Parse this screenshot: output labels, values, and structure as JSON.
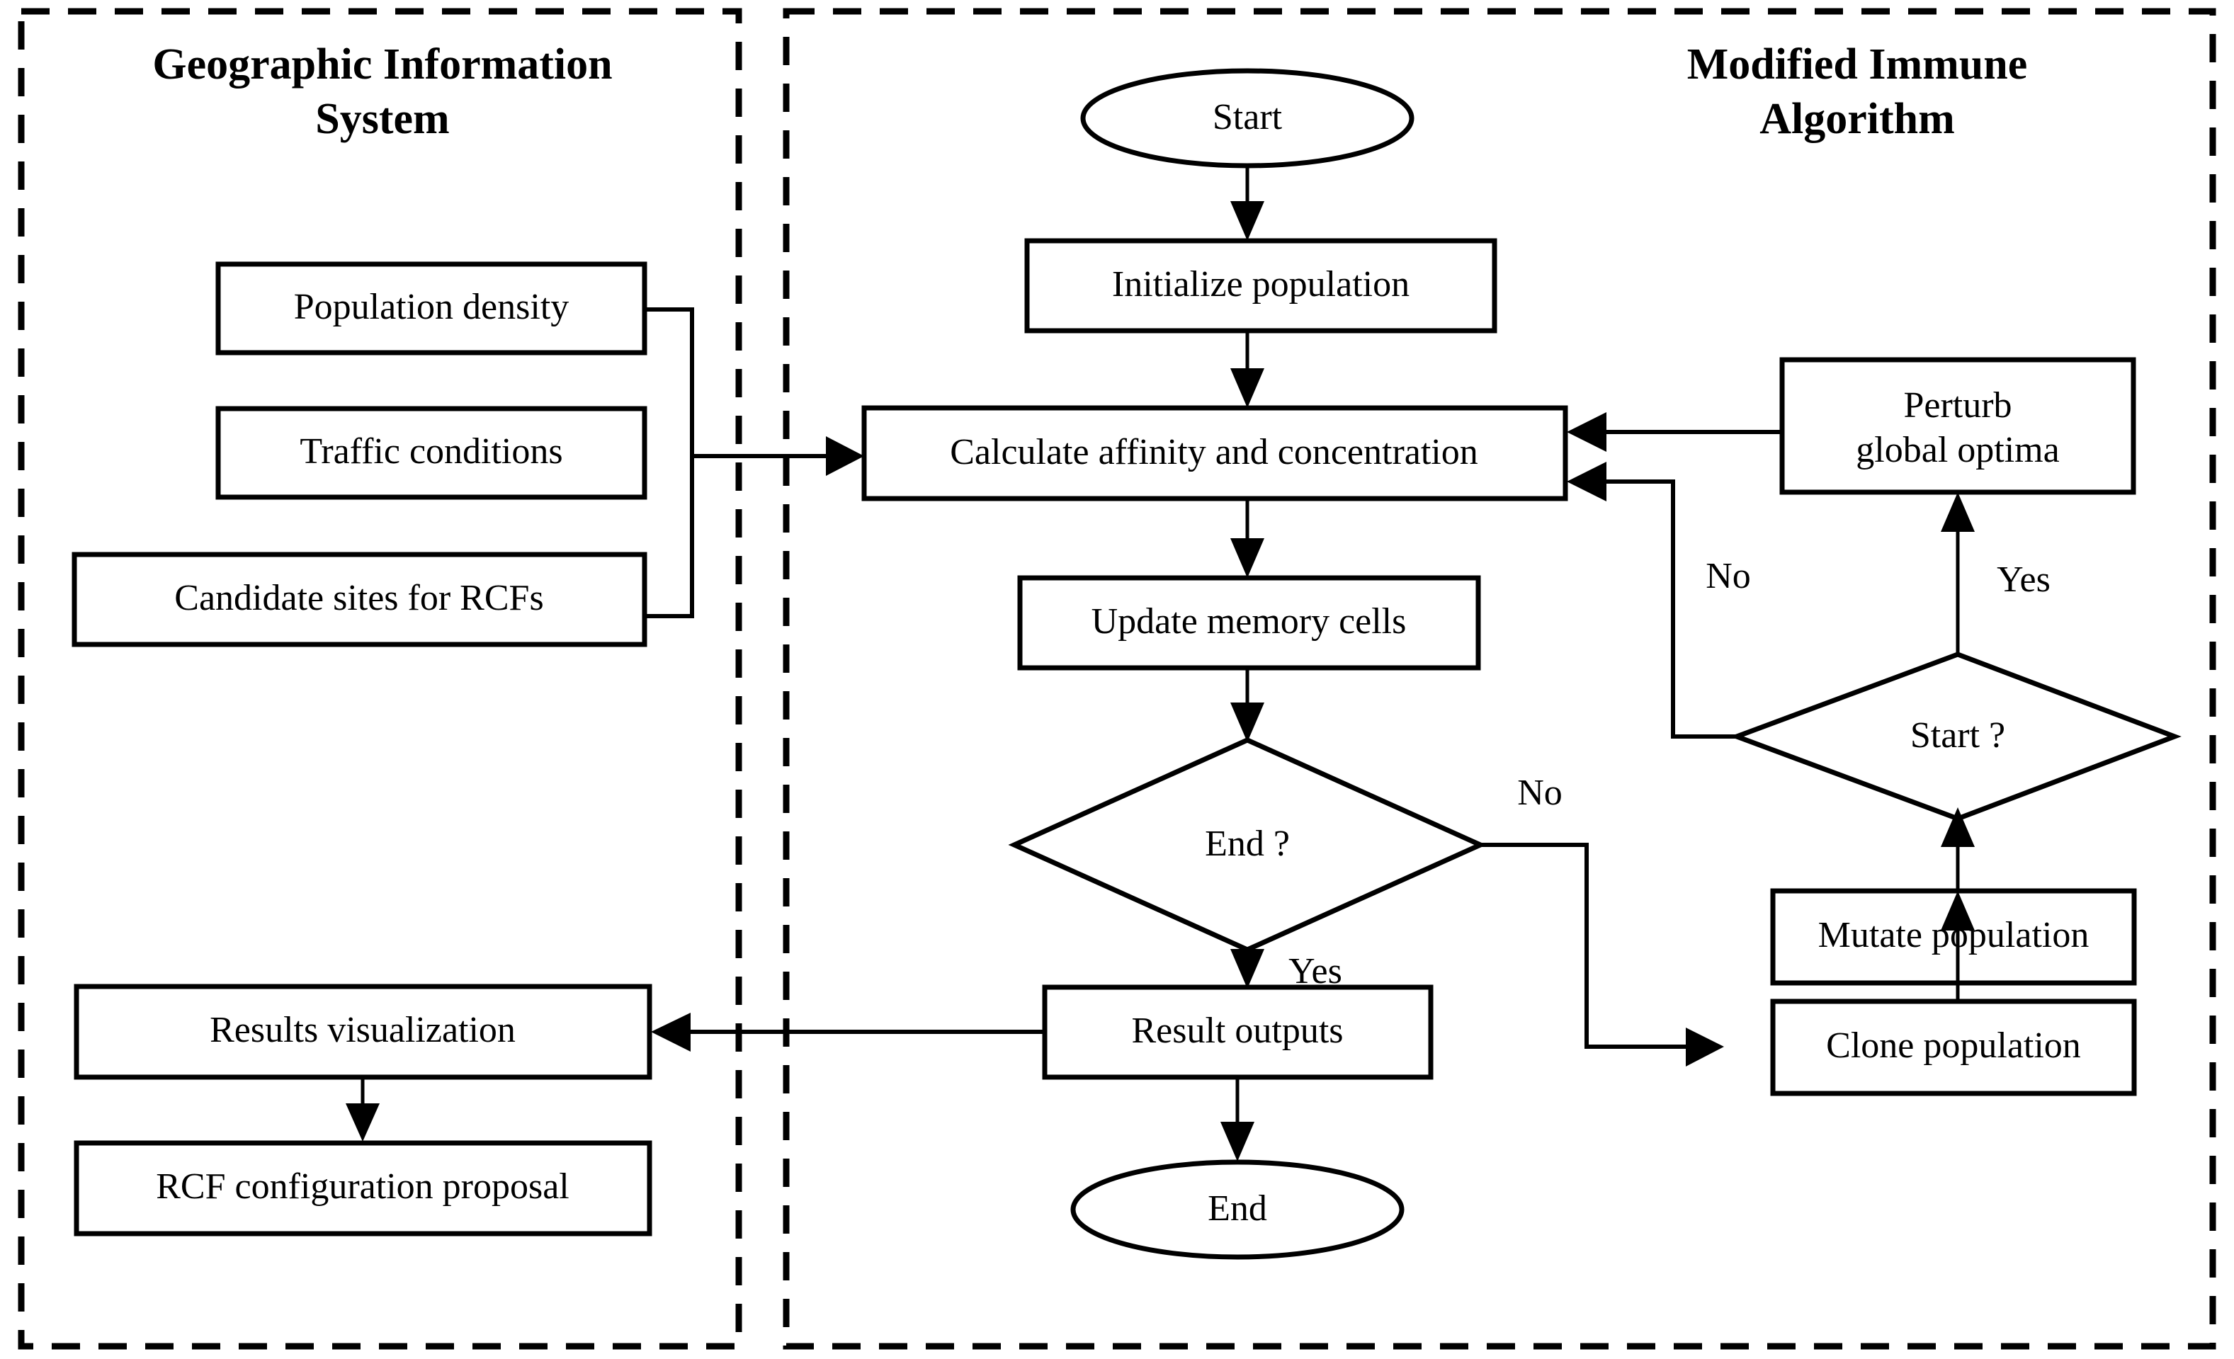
{
  "diagram": {
    "title_hidden": "",
    "panels": [
      {
        "id": "gis",
        "title_line1": "Geographic Information",
        "title_line2": "System"
      },
      {
        "id": "mia",
        "title_line1": "Modified Immune",
        "title_line2": "Algorithm"
      }
    ],
    "nodes": {
      "population_density": "Population density",
      "traffic_conditions": "Traffic conditions",
      "candidate_sites": "Candidate sites for RCFs",
      "results_visualization": "Results visualization",
      "rcf_proposal": "RCF configuration proposal",
      "start": "Start",
      "initialize_population": "Initialize population",
      "calculate_affinity": "Calculate affinity and concentration",
      "update_memory": "Update memory cells",
      "end_decision": "End ?",
      "result_outputs": "Result outputs",
      "end": "End",
      "perturb_line1": "Perturb",
      "perturb_line2": "global optima",
      "start_decision": "Start ?",
      "mutate_population": "Mutate population",
      "clone_population": "Clone population"
    },
    "edge_labels": {
      "end_no": "No",
      "end_yes": "Yes",
      "start_no": "No",
      "start_yes": "Yes"
    },
    "colors": {
      "stroke": "#000000",
      "fill": "#ffffff",
      "background": "#ffffff"
    }
  }
}
